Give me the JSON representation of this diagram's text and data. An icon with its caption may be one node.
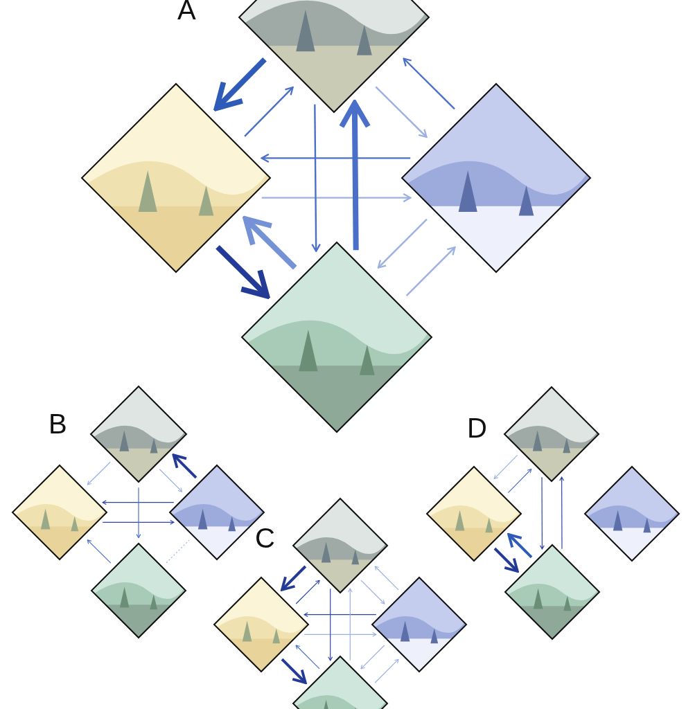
{
  "diagram": {
    "nodes": [
      {
        "text": [],
        "shape": "picture"
      },
      {
        "text": [],
        "shape": "picture"
      },
      {
        "text": [],
        "shape": "picture"
      },
      {
        "text": [],
        "shape": "picture"
      },
      {
        "text": [],
        "shape": "picture"
      },
      {
        "text": [],
        "shape": "picture"
      },
      {
        "text": [],
        "shape": "picture"
      },
      {
        "text": [],
        "shape": "picture"
      },
      {
        "text": [],
        "shape": "picture"
      },
      {
        "text": [],
        "shape": "picture"
      },
      {
        "text": [],
        "shape": "picture"
      },
      {
        "text": [],
        "shape": "picture"
      },
      {
        "text": [],
        "shape": "picture"
      },
      {
        "text": [],
        "shape": "picture"
      },
      {
        "text": [],
        "shape": "picture"
      },
      {
        "text": [],
        "shape": "picture"
      }
    ],
    "edges": [
      {
        "from": 0,
        "to": 1,
        "arrow": "to",
        "style": "thick",
        "color": "#2f5bb8"
      },
      {
        "from": 1,
        "to": 0,
        "arrow": "to"
      },
      {
        "from": 2,
        "to": 0,
        "arrow": "to"
      },
      {
        "from": 0,
        "to": 2,
        "arrow": "to",
        "color": "#9bb0e3"
      },
      {
        "from": 2,
        "to": 1,
        "arrow": "to"
      },
      {
        "from": 1,
        "to": 2,
        "arrow": "to",
        "color": "#9bb0e3"
      },
      {
        "from": 0,
        "to": 3,
        "arrow": "to"
      },
      {
        "from": 3,
        "to": 0,
        "arrow": "to",
        "style": "thick"
      },
      {
        "from": 1,
        "to": 3,
        "arrow": "to",
        "style": "thick",
        "color": "#233a96"
      },
      {
        "from": 3,
        "to": 1,
        "arrow": "to",
        "style": "thick",
        "color": "#7592d6"
      },
      {
        "from": 3,
        "to": 2,
        "arrow": "to",
        "color": "#9bb0e3"
      },
      {
        "from": 2,
        "to": 3,
        "arrow": "to",
        "color": "#9bb0e3"
      },
      {
        "from": 4,
        "to": 5,
        "arrow": "to",
        "color": "#9bb0e3"
      },
      {
        "from": 6,
        "to": 4,
        "arrow": "to",
        "style": "thick",
        "color": "#233a96"
      },
      {
        "from": 4,
        "to": 6,
        "arrow": "to",
        "color": "#9bb0e3"
      },
      {
        "from": 6,
        "to": 5,
        "arrow": "to",
        "color": "#2a45a8"
      },
      {
        "from": 5,
        "to": 6,
        "arrow": "to",
        "color": "#2a45a8"
      },
      {
        "from": 4,
        "to": 7,
        "arrow": "to"
      },
      {
        "from": 7,
        "to": 5,
        "arrow": "to"
      },
      {
        "from": 7,
        "to": 6,
        "arrow": "none",
        "style": "dashed",
        "color": "#9bb0e3"
      },
      {
        "from": 9,
        "to": 8,
        "arrow": "to",
        "color": "#2a45a8"
      },
      {
        "from": 8,
        "to": 9,
        "arrow": "to",
        "style": "thick",
        "color": "#233a96"
      },
      {
        "from": 10,
        "to": 8,
        "arrow": "to",
        "color": "#9bb0e3"
      },
      {
        "from": 8,
        "to": 10,
        "arrow": "to",
        "color": "#9bb0e3"
      },
      {
        "from": 10,
        "to": 9,
        "arrow": "to",
        "color": "#2a45a8"
      },
      {
        "from": 9,
        "to": 10,
        "arrow": "to",
        "color": "#9bb0e3"
      },
      {
        "from": 11,
        "to": 8,
        "arrow": "to",
        "color": "#9bb0e3"
      },
      {
        "from": 8,
        "to": 11,
        "arrow": "to",
        "color": "#2a45a8"
      },
      {
        "from": 9,
        "to": 11,
        "arrow": "to",
        "style": "thick",
        "color": "#233a96"
      },
      {
        "from": 11,
        "to": 9,
        "arrow": "to"
      },
      {
        "from": 11,
        "to": 10,
        "arrow": "to",
        "color": "#9bb0e3"
      },
      {
        "from": 10,
        "to": 11,
        "arrow": "to",
        "color": "#9bb0e3"
      },
      {
        "from": 12,
        "to": 13,
        "arrow": "to",
        "color": "#9bb0e3"
      },
      {
        "from": 13,
        "to": 12,
        "arrow": "to"
      },
      {
        "from": 12,
        "to": 15,
        "arrow": "to",
        "color": "#2a45a8"
      },
      {
        "from": 15,
        "to": 12,
        "arrow": "to",
        "color": "#2a45a8"
      },
      {
        "from": 13,
        "to": 15,
        "arrow": "to",
        "style": "thick",
        "color": "#233a96"
      },
      {
        "from": 15,
        "to": 13,
        "arrow": "to",
        "style": "thick",
        "color": "#2f5bb8"
      }
    ],
    "labels": [
      "A",
      "B",
      "C",
      "D"
    ]
  }
}
